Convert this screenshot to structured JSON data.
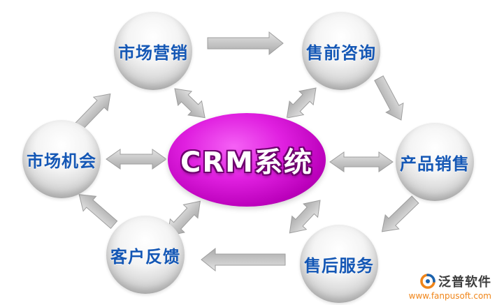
{
  "diagram": {
    "center": {
      "label": "CRM系统"
    },
    "nodes": [
      {
        "id": "marketing",
        "label": "市场营销"
      },
      {
        "id": "pre-sales",
        "label": "售前咨询"
      },
      {
        "id": "market-opportunity",
        "label": "市场机会"
      },
      {
        "id": "product-sales",
        "label": "产品销售"
      },
      {
        "id": "customer-feedback",
        "label": "客户反馈"
      },
      {
        "id": "after-sales",
        "label": "售后服务"
      }
    ],
    "flows": [
      "市场营销 → 售前咨询",
      "售前咨询 → 产品销售",
      "产品销售 → 售后服务",
      "售后服务 → 客户反馈",
      "客户反馈 → 市场机会",
      "市场机会 → 市场营销",
      "CRM系统 ↔ 市场营销",
      "CRM系统 ↔ 售前咨询",
      "CRM系统 ↔ 产品销售",
      "CRM系统 ↔ 售后服务",
      "CRM系统 ↔ 客户反馈",
      "CRM系统 ↔ 市场机会"
    ]
  },
  "watermark": {
    "brand": "泛普软件",
    "url": "www.fanpusoft.com"
  },
  "colors": {
    "center_fill": "#cc00cc",
    "node_text": "#1457b5",
    "arrow_fill": "#c4c4c4",
    "watermark_url": "#f08519"
  }
}
